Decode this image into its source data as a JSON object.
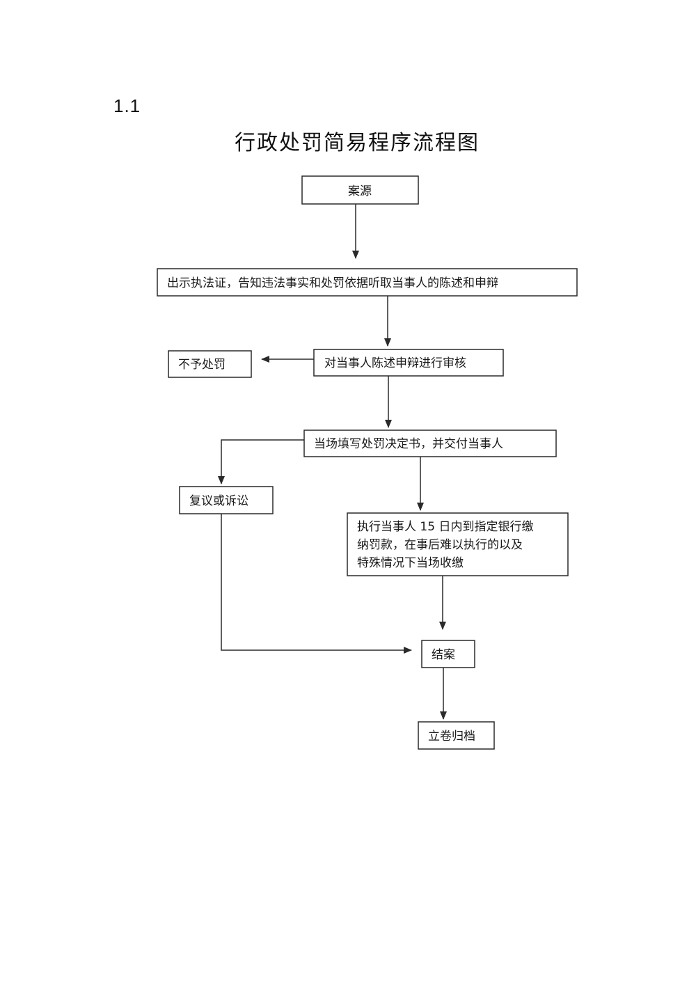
{
  "section_number": "1.1",
  "title": "行政处罚简易程序流程图",
  "flowchart": {
    "nodes": {
      "case_source": "案源",
      "show_certificate": "出示执法证，告知违法事实和处罚依据听取当事人的陈述和申辩",
      "review_statements": "对当事人陈述申辩进行审核",
      "no_penalty": "不予处罚",
      "fill_decision": "当场填写处罚决定书，并交付当事人",
      "reconsideration": "复议或诉讼",
      "execution": [
        "执行当事人 15 日内到指定银行缴",
        "纳罚款，在事后难以执行的以及",
        "特殊情况下当场收缴"
      ],
      "close_case": "结案",
      "archive": "立卷归档"
    }
  }
}
